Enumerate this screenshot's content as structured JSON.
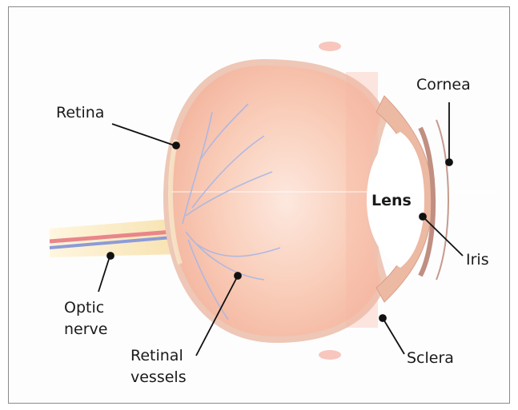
{
  "labels": {
    "cornea": "Cornea",
    "retina": "Retina",
    "lens": "Lens",
    "iris": "Iris",
    "optic_nerve_line1": "Optic",
    "optic_nerve_line2": "nerve",
    "retinal_vessels_line1": "Retinal",
    "retinal_vessels_line2": "vessels",
    "sclera": "Sclera"
  },
  "colors": {
    "eyeball": "#f6c1ac",
    "eyeball_highlight": "#fde3d6",
    "sclera_edge": "#f3d3c4",
    "vessel": "#a9b6e6",
    "optic_nerve_red": "#e8868a",
    "optic_nerve_blue": "#8c9bd8",
    "optic_nerve_yellow": "#f8e7b8",
    "leader": "#111111"
  }
}
